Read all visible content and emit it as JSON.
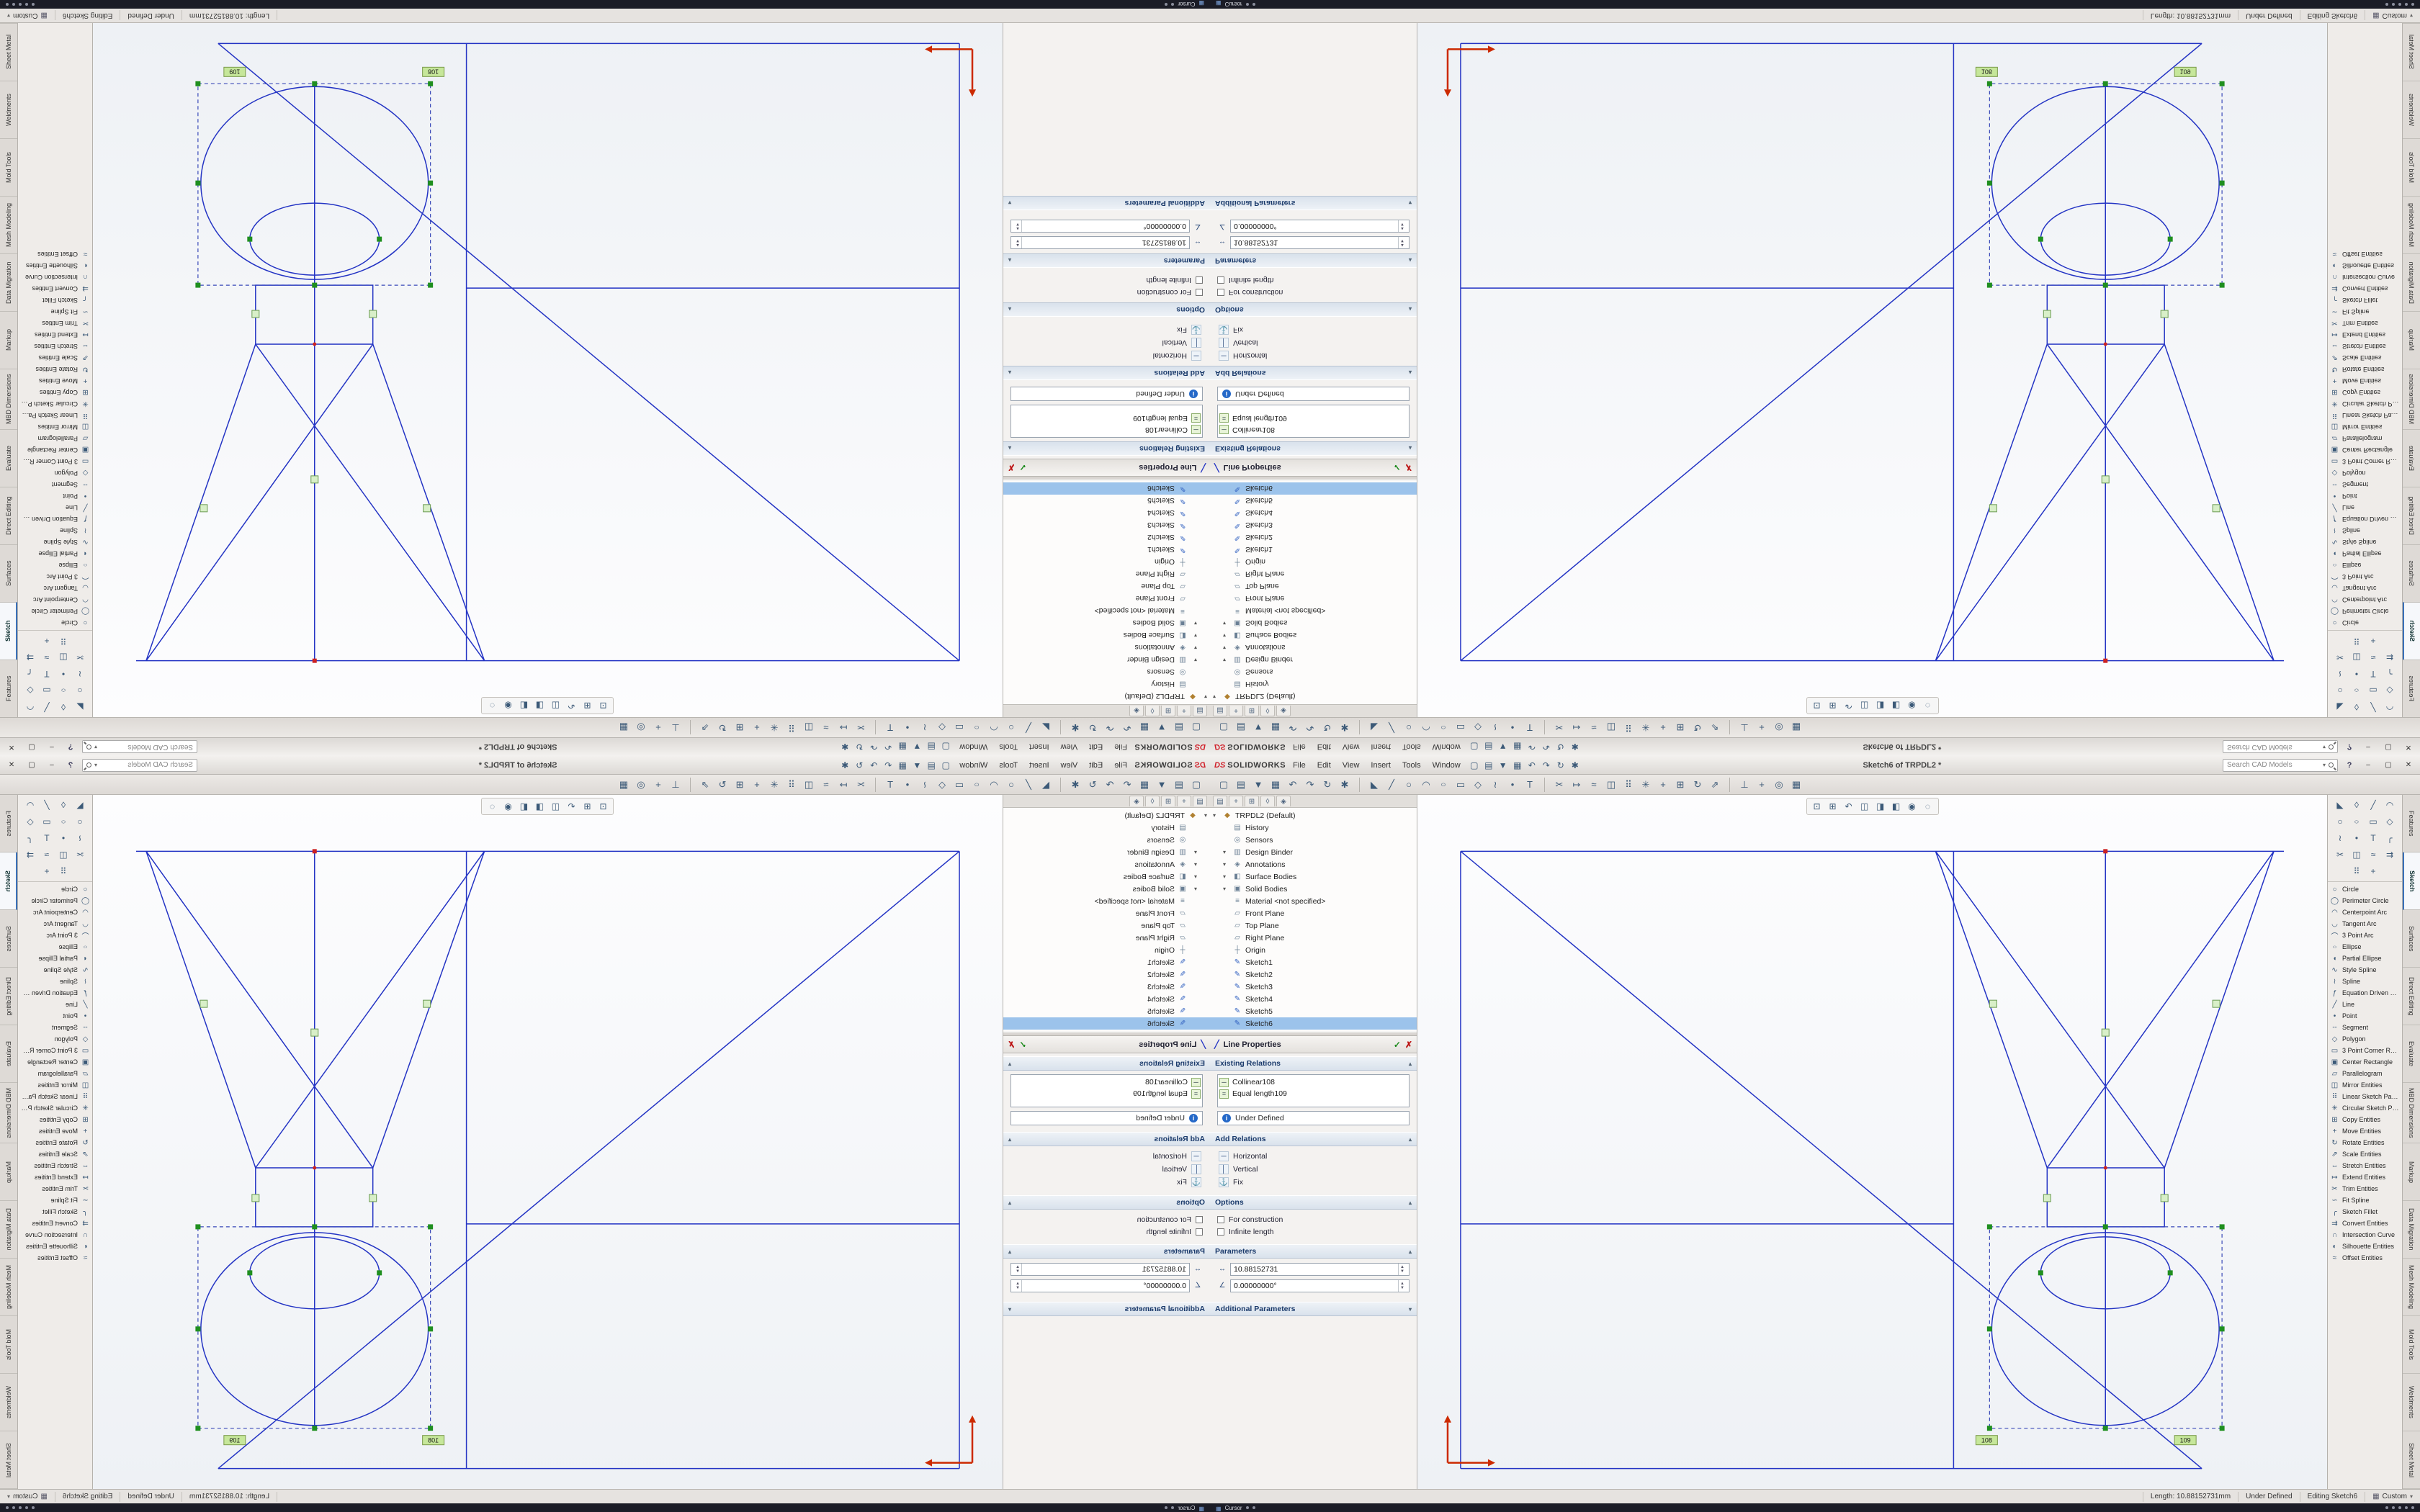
{
  "window": {
    "brand_prefix": "DS",
    "brand": "SOLIDWORKS",
    "menus": [
      "File",
      "Edit",
      "View",
      "Insert",
      "Tools",
      "Window"
    ],
    "title": "Sketch6 of TRPDL2 *",
    "search_placeholder": "Search CAD Models",
    "help_label": "?"
  },
  "quick_toolbar": [
    "new",
    "open",
    "save",
    "print",
    "undo",
    "redo",
    "rebuild",
    "options"
  ],
  "main_toolbar": {
    "g1": [
      "new",
      "open",
      "save",
      "print",
      "undo",
      "redo",
      "rebuild",
      "options"
    ],
    "g2": [
      "select",
      "line",
      "circle",
      "centerpoint-arc",
      "ellipse",
      "corner-rectangle",
      "polygon",
      "spline",
      "point",
      "text"
    ],
    "g3": [
      "trim",
      "extend",
      "offset",
      "mirror",
      "linear-pattern",
      "circular-pattern",
      "move",
      "copy",
      "rotate",
      "scale"
    ],
    "g4": [
      "relations",
      "repair",
      "snaps",
      "grid"
    ]
  },
  "headsup_toolbar": [
    "zoom-fit",
    "zoom-area",
    "previous-view",
    "section-view",
    "view-orientation",
    "display-style",
    "hide-items",
    "appearance"
  ],
  "panel_tabs": [
    "featuremanager",
    "propertymanager",
    "configurationmanager",
    "dimxpertmanager",
    "displaymanager"
  ],
  "feature_tree": {
    "items": [
      {
        "icon": "part",
        "label": "TRPDL2 (Default)",
        "indent": 0,
        "caret": true
      },
      {
        "icon": "folder",
        "label": "History",
        "indent": 1
      },
      {
        "icon": "sensors",
        "label": "Sensors",
        "indent": 1
      },
      {
        "icon": "binder",
        "label": "Design Binder",
        "indent": 1,
        "caret": true
      },
      {
        "icon": "annotations",
        "label": "Annotations",
        "indent": 1,
        "caret": true
      },
      {
        "icon": "surface",
        "label": "Surface Bodies",
        "indent": 1,
        "caret": true
      },
      {
        "icon": "solid",
        "label": "Solid Bodies",
        "indent": 1,
        "caret": true
      },
      {
        "icon": "material",
        "label": "Material <not specified>",
        "indent": 1
      },
      {
        "icon": "plane",
        "label": "Front Plane",
        "indent": 1
      },
      {
        "icon": "plane",
        "label": "Top Plane",
        "indent": 1
      },
      {
        "icon": "plane",
        "label": "Right Plane",
        "indent": 1
      },
      {
        "icon": "origin",
        "label": "Origin",
        "indent": 1
      },
      {
        "icon": "sketch",
        "label": "Sketch1",
        "indent": 1
      },
      {
        "icon": "sketch",
        "label": "Sketch2",
        "indent": 1
      },
      {
        "icon": "sketch",
        "label": "Sketch3",
        "indent": 1
      },
      {
        "icon": "sketch",
        "label": "Sketch4",
        "indent": 1
      },
      {
        "icon": "sketch",
        "label": "Sketch5",
        "indent": 1
      },
      {
        "icon": "sketch",
        "label": "Sketch6",
        "indent": 1,
        "selected": true
      }
    ]
  },
  "property_manager": {
    "title": "Line Properties",
    "sections": {
      "existing_relations_label": "Existing Relations",
      "relations": [
        {
          "icon": "collinear",
          "label": "Collinear108"
        },
        {
          "icon": "equal",
          "label": "Equal length109"
        }
      ],
      "status": "Under Defined",
      "add_relations_label": "Add Relations",
      "add_relations": [
        {
          "icon": "horizontal",
          "label": "Horizontal"
        },
        {
          "icon": "vertical",
          "label": "Vertical"
        },
        {
          "icon": "fix",
          "label": "Fix"
        }
      ],
      "options_label": "Options",
      "options": [
        {
          "label": "For construction",
          "checked": false
        },
        {
          "label": "Infinite length",
          "checked": false
        }
      ],
      "parameters_label": "Parameters",
      "parameters": [
        {
          "icon": "length",
          "value": "10.88152731"
        },
        {
          "icon": "angle",
          "value": "0.00000000°"
        }
      ],
      "additional_parameters_label": "Additional Parameters"
    }
  },
  "sketch_tool_strip": [
    "select",
    "smart-dimension",
    "line",
    "centerpoint-arc",
    "circle",
    "ellipse",
    "corner-rectangle",
    "polygon",
    "spline",
    "point",
    "text",
    "fillet",
    "trim",
    "mirror",
    "offset",
    "convert",
    "linear-pattern",
    "move"
  ],
  "sketch_tools": [
    {
      "icon": "circle",
      "label": "Circle"
    },
    {
      "icon": "perimeter-circle",
      "label": "Perimeter Circle"
    },
    {
      "icon": "centerpoint-arc",
      "label": "Centerpoint Arc"
    },
    {
      "icon": "tangent-arc",
      "label": "Tangent Arc"
    },
    {
      "icon": "three-point-arc",
      "label": "3 Point Arc"
    },
    {
      "icon": "ellipse",
      "label": "Ellipse"
    },
    {
      "icon": "partial-ellipse",
      "label": "Partial Ellipse"
    },
    {
      "icon": "style-spline",
      "label": "Style Spline"
    },
    {
      "icon": "spline",
      "label": "Spline"
    },
    {
      "icon": "equation-curve",
      "label": "Equation Driven Curve"
    },
    {
      "icon": "line",
      "label": "Line"
    },
    {
      "icon": "point",
      "label": "Point"
    },
    {
      "icon": "segment",
      "label": "Segment"
    },
    {
      "icon": "polygon",
      "label": "Polygon"
    },
    {
      "icon": "corner-rectangle",
      "label": "3 Point Corner Rectangle"
    },
    {
      "icon": "center-rectangle",
      "label": "Center Rectangle"
    },
    {
      "icon": "parallelogram",
      "label": "Parallelogram"
    },
    {
      "icon": "mirror",
      "label": "Mirror Entities"
    },
    {
      "icon": "linear-pattern",
      "label": "Linear Sketch Pattern"
    },
    {
      "icon": "circular-pattern",
      "label": "Circular Sketch Pattern"
    },
    {
      "icon": "copy",
      "label": "Copy Entities"
    },
    {
      "icon": "move",
      "label": "Move Entities"
    },
    {
      "icon": "rotate",
      "label": "Rotate Entities"
    },
    {
      "icon": "scale",
      "label": "Scale Entities"
    },
    {
      "icon": "stretch",
      "label": "Stretch Entities"
    },
    {
      "icon": "extend",
      "label": "Extend Entities"
    },
    {
      "icon": "trim",
      "label": "Trim Entities"
    },
    {
      "icon": "fit-spline",
      "label": "Fit Spline"
    },
    {
      "icon": "fillet",
      "label": "Sketch Fillet"
    },
    {
      "icon": "convert",
      "label": "Convert Entities"
    },
    {
      "icon": "intersection",
      "label": "Intersection Curve"
    },
    {
      "icon": "silhouette",
      "label": "Silhouette Entities"
    },
    {
      "icon": "offset",
      "label": "Offset Entities"
    }
  ],
  "command_tabs": [
    {
      "label": "Features"
    },
    {
      "label": "Sketch",
      "active": true
    },
    {
      "label": "Surfaces"
    },
    {
      "label": "Direct Editing"
    },
    {
      "label": "Evaluate"
    },
    {
      "label": "MBD Dimensions"
    },
    {
      "label": "Markup"
    },
    {
      "label": "Data Migration"
    },
    {
      "label": "Mesh Modeling"
    },
    {
      "label": "Mold Tools"
    },
    {
      "label": "Weldments"
    },
    {
      "label": "Sheet Metal"
    }
  ],
  "status_bar": {
    "length": "Length: 10.88152731mm",
    "state": "Under Defined",
    "editing": "Editing Sketch6",
    "units": "Custom"
  },
  "taskbar": {
    "app": "Cursor"
  },
  "graphics": {
    "dim_tags": [
      "108",
      "109"
    ]
  },
  "colors": {
    "accent_blue": "#2434c4",
    "brand_red": "#d0202a",
    "handle_green": "#1f8f1f",
    "selection": "#9cc3eb"
  }
}
